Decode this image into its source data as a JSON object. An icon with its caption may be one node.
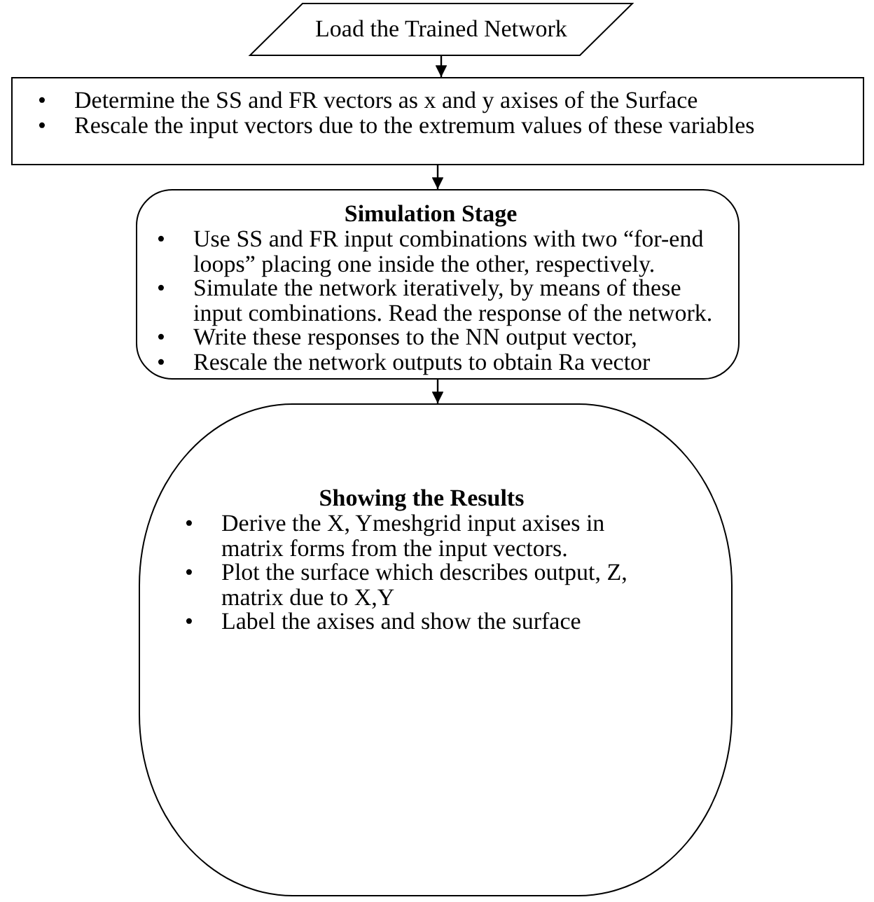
{
  "diagram": {
    "nodes": [
      {
        "text": [
          "Load the Trained Network"
        ]
      },
      {
        "text": [
          "• Determine the SS and FR vectors as x and y axises of the Surface",
          "• Rescale the input vectors due to the extremum values of these variables"
        ]
      },
      {
        "text": [
          "Simulation  Stage",
          "• Use SS and FR input combinations  with  two “for-end loops” placing one inside the other, respectively.",
          "• Simulate the network iteratively,  by means of these input combinations. Read the response of the network.",
          "• Write these responses to the NN output vector,",
          "• Rescale the network outputs to obtain Ra vector"
        ]
      },
      {
        "text": [
          "Showing the Results",
          "• Derive the X, Ymeshgrid input axises  in matrix forms from the input vectors.",
          "• Plot the surface which describes output, Z, matrix due to X,Y",
          "• Label the axises and show the surface"
        ]
      }
    ],
    "edges": [
      {
        "from": 0,
        "to": 1,
        "arrow": "to"
      },
      {
        "from": 1,
        "to": 2,
        "arrow": "to"
      },
      {
        "from": 2,
        "to": 3,
        "arrow": "to"
      }
    ]
  }
}
